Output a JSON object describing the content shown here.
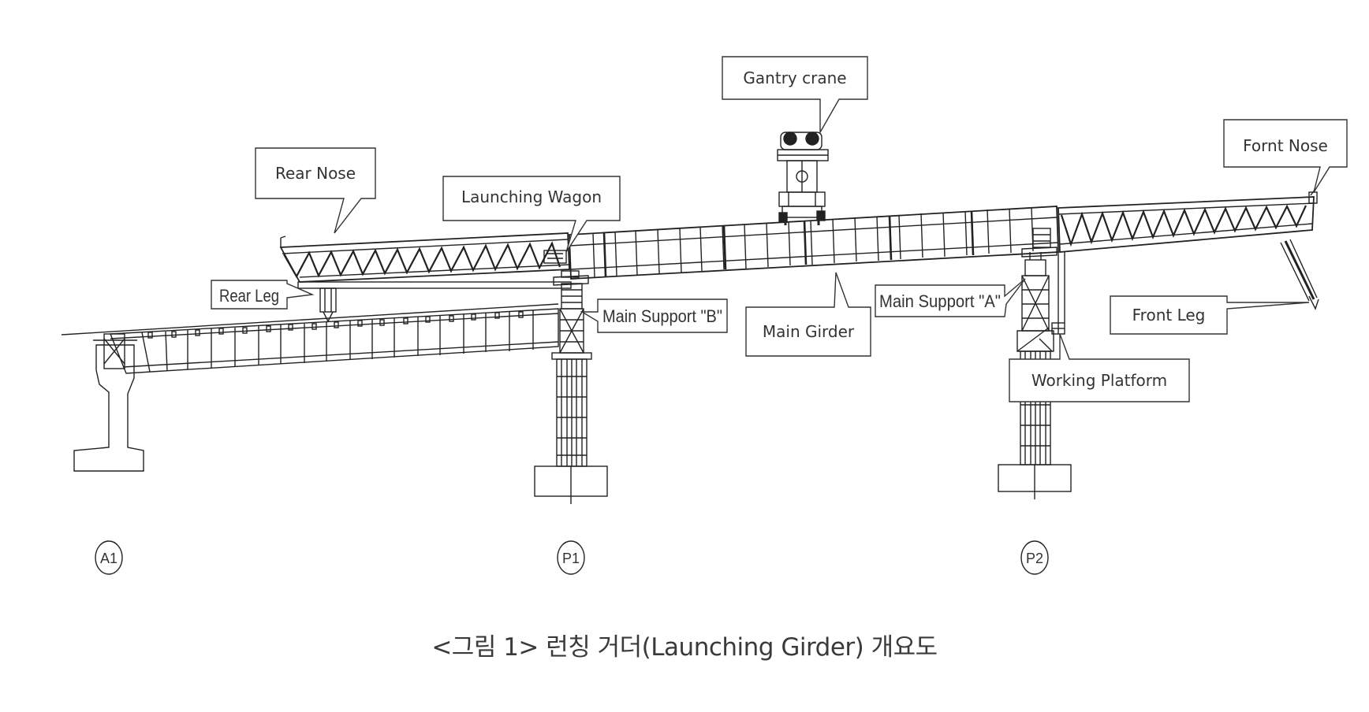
{
  "labels": {
    "gantry_crane": "Gantry crane",
    "front_nose": "Fornt Nose",
    "rear_nose": "Rear Nose",
    "launching_wagon": "Launching Wagon",
    "rear_leg": "Rear Leg",
    "main_support_b": "Main Support \"B\"",
    "main_support_a": "Main Support \"A\"",
    "main_girder": "Main Girder",
    "front_leg": "Front Leg",
    "working_platform": "Working Platform"
  },
  "piers": {
    "a1": "A1",
    "p1": "P1",
    "p2": "P2"
  },
  "caption": "<그림 1> 런칭 거더(Launching Girder) 개요도"
}
